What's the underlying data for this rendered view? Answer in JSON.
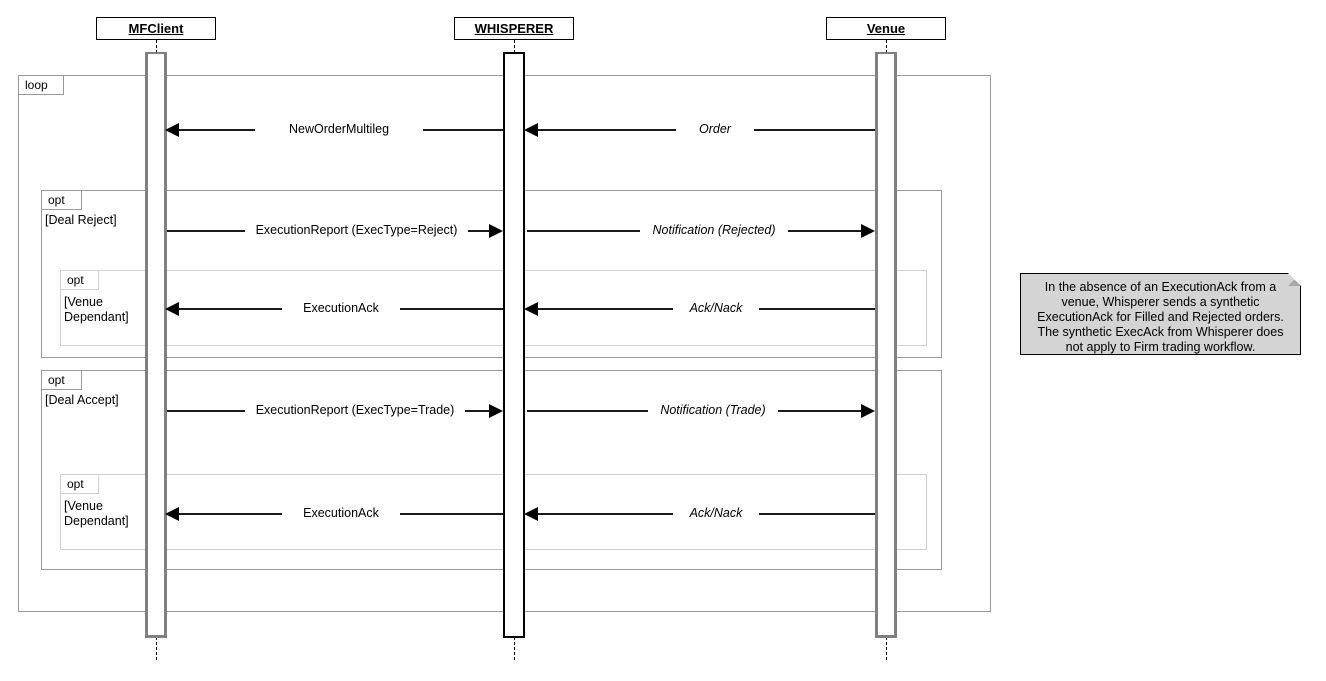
{
  "diagram": {
    "type": "uml-sequence-diagram",
    "participants": [
      {
        "name": "MFClient"
      },
      {
        "name": "WHISPERER"
      },
      {
        "name": "Venue"
      }
    ],
    "fragments": {
      "loop": {
        "operator": "loop",
        "guard": ""
      },
      "opt_deal_reject": {
        "operator": "opt",
        "guard": "[Deal Reject]"
      },
      "opt_venue_dependant_1": {
        "operator": "opt",
        "guard": "[Venue\nDependant]"
      },
      "opt_deal_accept": {
        "operator": "opt",
        "guard": "[Deal Accept]"
      },
      "opt_venue_dependant_2": {
        "operator": "opt",
        "guard": "[Venue\nDependant]"
      }
    },
    "messages": [
      {
        "id": "m1",
        "label": "NewOrderMultileg",
        "from": "WHISPERER",
        "to": "MFClient",
        "direction": "left",
        "italic": false
      },
      {
        "id": "m2",
        "label": "Order",
        "from": "Venue",
        "to": "WHISPERER",
        "direction": "left",
        "italic": true
      },
      {
        "id": "m3",
        "label": "ExecutionReport (ExecType=Reject)",
        "from": "MFClient",
        "to": "WHISPERER",
        "direction": "right",
        "italic": false
      },
      {
        "id": "m4",
        "label": "Notification (Rejected)",
        "from": "WHISPERER",
        "to": "Venue",
        "direction": "right",
        "italic": true
      },
      {
        "id": "m5",
        "label": "ExecutionAck",
        "from": "WHISPERER",
        "to": "MFClient",
        "direction": "left",
        "italic": false
      },
      {
        "id": "m6",
        "label": "Ack/Nack",
        "from": "Venue",
        "to": "WHISPERER",
        "direction": "left",
        "italic": true
      },
      {
        "id": "m7",
        "label": "ExecutionReport (ExecType=Trade)",
        "from": "MFClient",
        "to": "WHISPERER",
        "direction": "right",
        "italic": false
      },
      {
        "id": "m8",
        "label": "Notification (Trade)",
        "from": "WHISPERER",
        "to": "Venue",
        "direction": "right",
        "italic": true
      },
      {
        "id": "m9",
        "label": "ExecutionAck",
        "from": "WHISPERER",
        "to": "MFClient",
        "direction": "left",
        "italic": false
      },
      {
        "id": "m10",
        "label": "Ack/Nack",
        "from": "Venue",
        "to": "WHISPERER",
        "direction": "left",
        "italic": true
      }
    ],
    "note": {
      "text": "In the absence of an ExecutionAck from a venue, Whisperer sends a synthetic ExecutionAck for Filled and Rejected orders. The synthetic ExecAck from Whisperer does not apply to Firm trading workflow."
    },
    "colors": {
      "background": "#ffffff",
      "line": "#000000",
      "fragment_border": "#9a9a9a",
      "fragment_border_nested": "#d0d0d0",
      "activation_gray": "#808080",
      "note_fill": "#d4d4d4"
    }
  }
}
